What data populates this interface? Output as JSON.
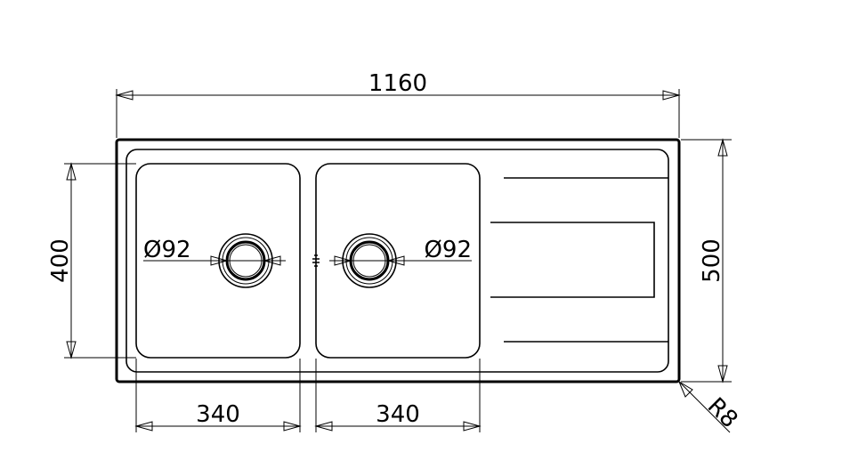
{
  "dimensions": {
    "overall_width": "1160",
    "overall_depth": "500",
    "bowl_depth": "400",
    "bowl_left_width": "340",
    "bowl_right_width": "340",
    "waste_left": "Ø92",
    "waste_right": "Ø92",
    "corner_radius": "R8"
  }
}
